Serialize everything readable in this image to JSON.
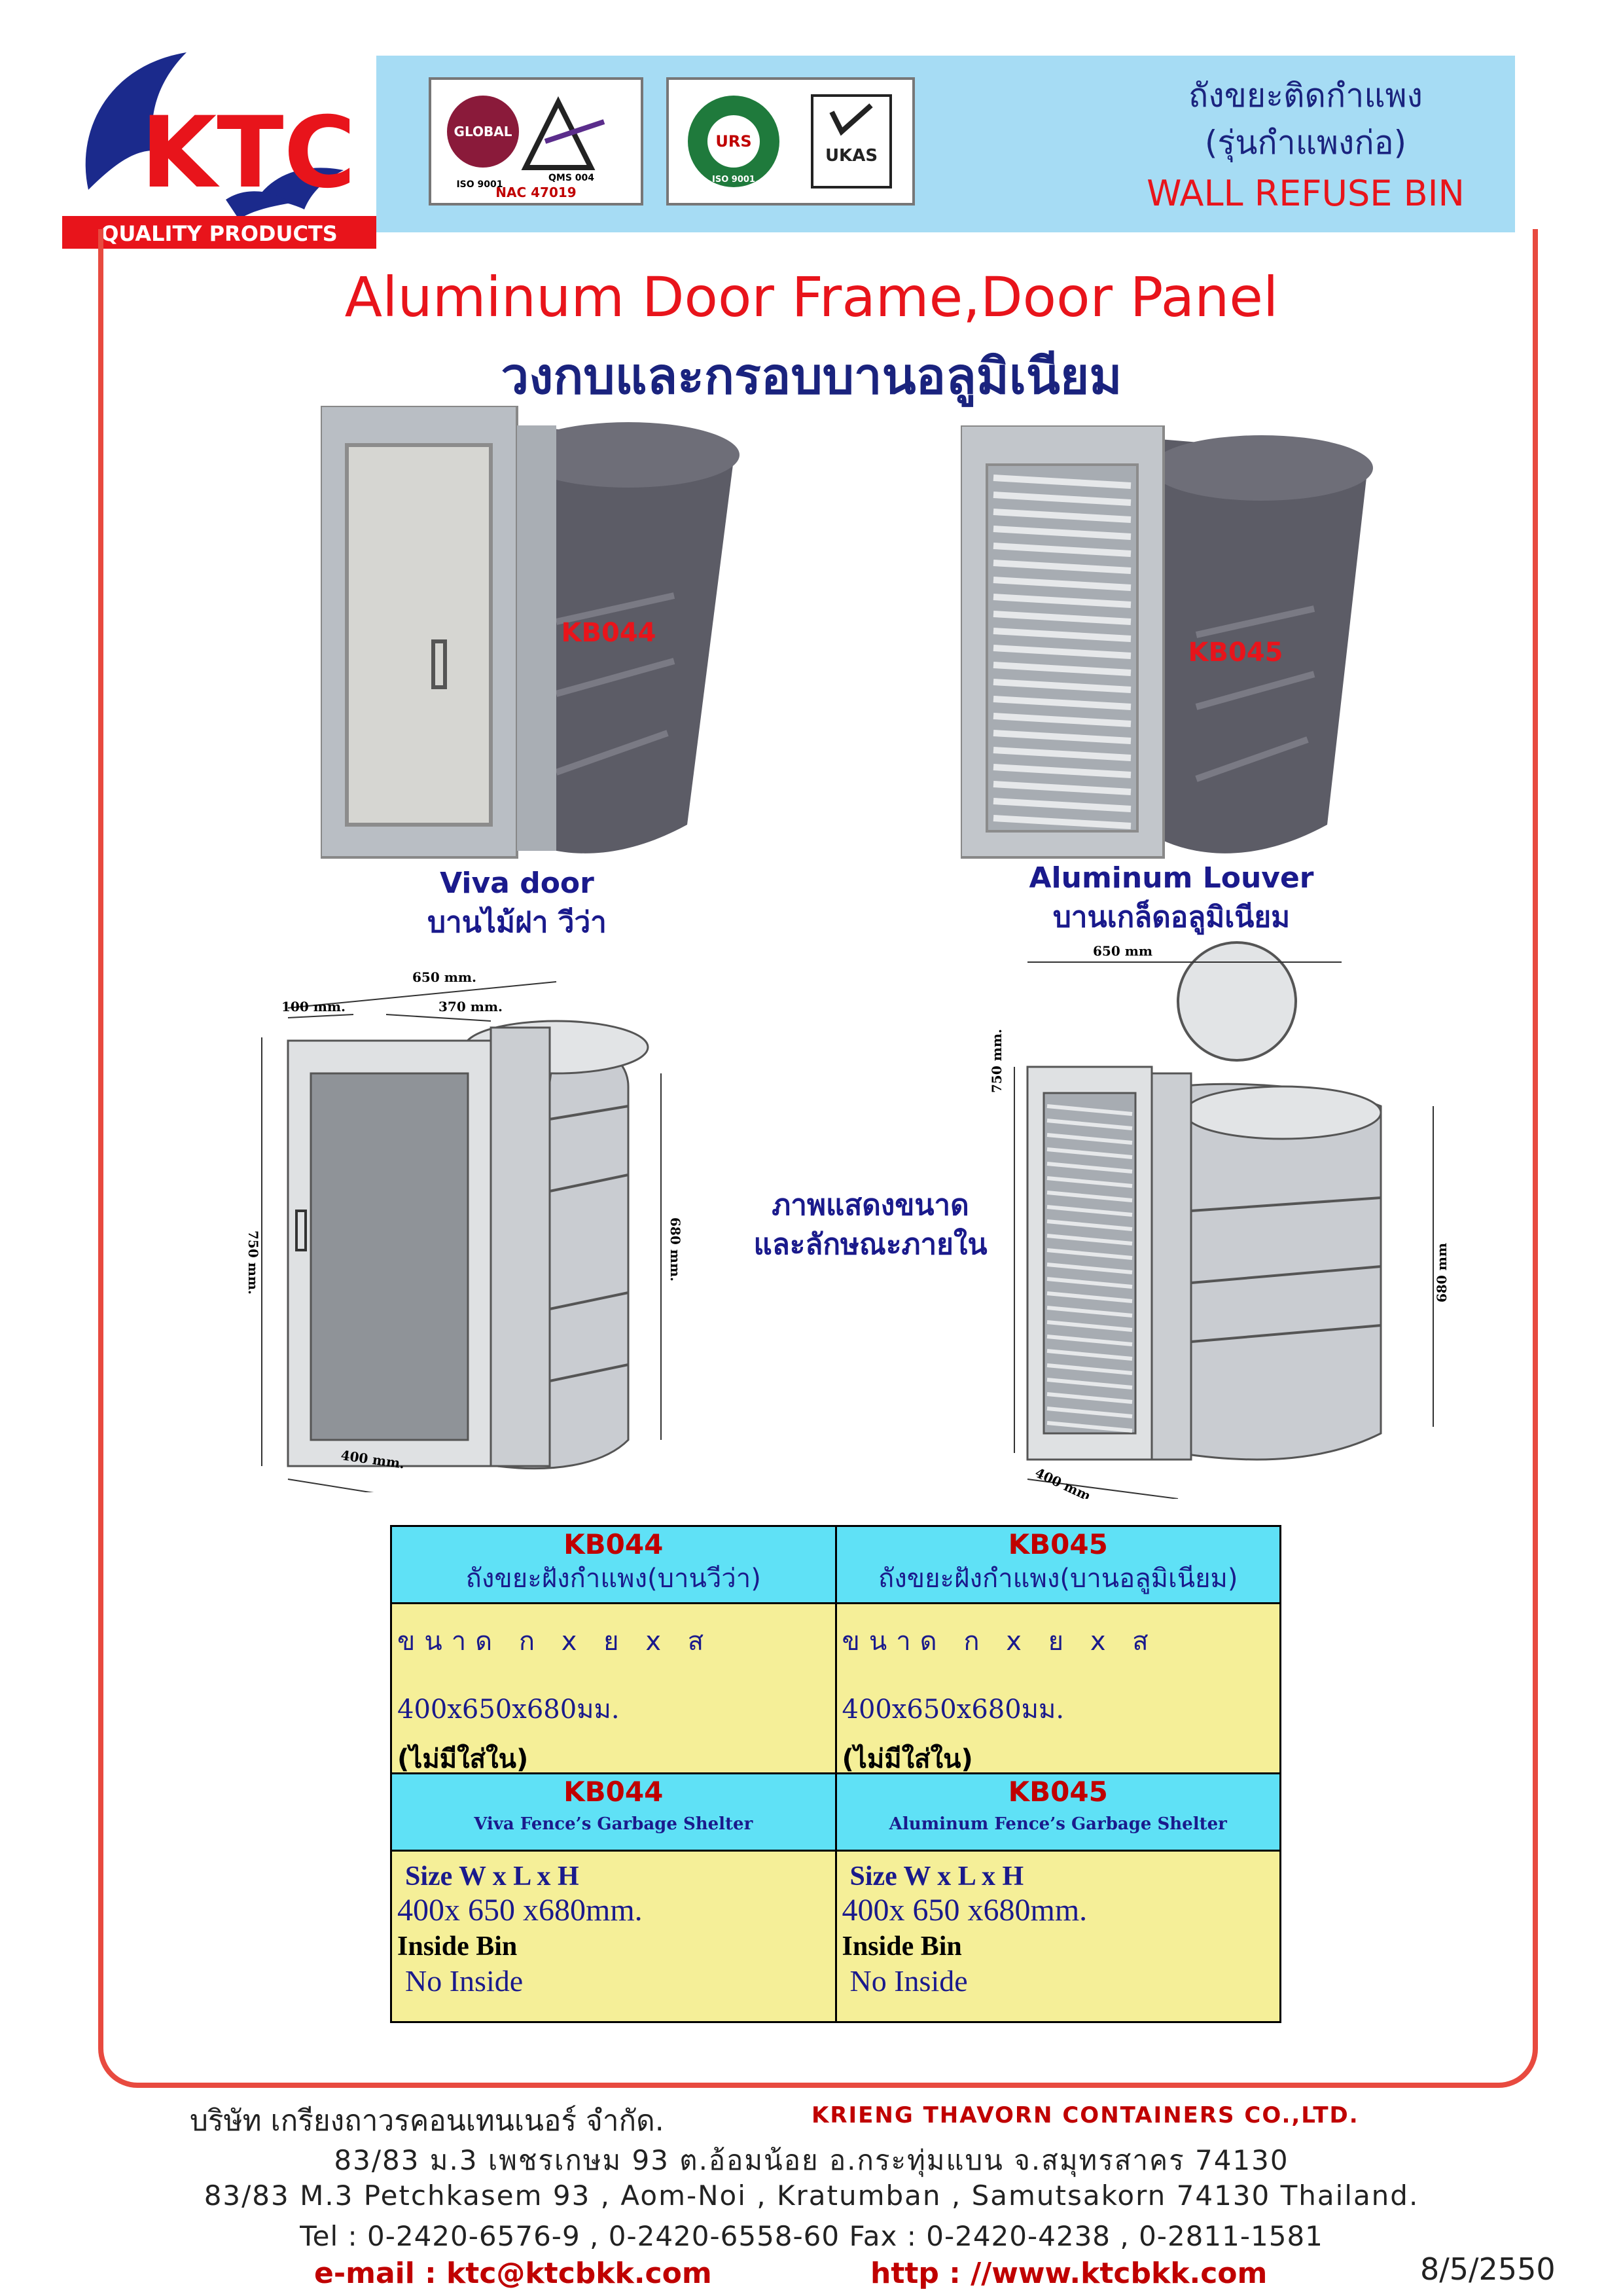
{
  "header": {
    "logo_text": "KTC",
    "logo_tagline": "QUALITY PRODUCTS",
    "cert1": {
      "global": "GLOBAL",
      "iso": "ISO 9001",
      "qms": "QMS 004",
      "nac": "NAC 47019"
    },
    "cert2": {
      "urs": "URS",
      "iso": "ISO 9001",
      "ukas": "UKAS"
    },
    "title_th_1": "ถังขยะติดกำแพง",
    "title_th_2": "(รุ่นกำแพงก่อ)",
    "title_en": "WALL  REFUSE BIN"
  },
  "title": {
    "en": "Aluminum Door Frame,Door Panel",
    "th": "วงกบและกรอบบานอลูมิเนียม"
  },
  "products": [
    {
      "code": "KB044",
      "caption_en": "Viva door",
      "caption_th": "บานไม้ฝา วีว่า"
    },
    {
      "code": "KB045",
      "caption_en": "Aluminum Louver",
      "caption_th": "บานเกล็ดอลูมิเนียม"
    }
  ],
  "drawings": {
    "left": {
      "w": "650 mm.",
      "d": "100 mm.",
      "o": "370 mm.",
      "h": "750 mm.",
      "hb": "680 mm.",
      "b": "400 mm."
    },
    "right": {
      "w": "650 mm",
      "h": "750 mm.",
      "hb": "680 mm",
      "b": "400 mm"
    },
    "note_1": "ภาพแสดงขนาด",
    "note_2": "และลักษณะภายใน"
  },
  "table_th": {
    "cols": [
      {
        "code": "KB044",
        "desc": "ถังขยะฝังกำแพง(บานวีว่า)",
        "size_label": "ขนาด ก x ย x ส",
        "size": "400x650x680มม.",
        "inside": "(ไม่มีใส่ใน)"
      },
      {
        "code": "KB045",
        "desc": "ถังขยะฝังกำแพง(บานอลูมิเนียม)",
        "size_label": "ขนาด ก x ย x ส",
        "size": "400x650x680มม.",
        "inside": "(ไม่มีใส่ใน)"
      }
    ]
  },
  "table_en": {
    "cols": [
      {
        "code": "KB044",
        "desc": "Viva Fence’s Garbage Shelter",
        "size_label": "Size W x L x H",
        "size": "400x 650 x680mm.",
        "inside_label": "Inside Bin",
        "inside": "No Inside"
      },
      {
        "code": "KB045",
        "desc": "Aluminum Fence’s Garbage Shelter",
        "size_label": "Size W x L x H",
        "size": "400x 650 x680mm.",
        "inside_label": "Inside Bin",
        "inside": "No Inside"
      }
    ]
  },
  "footer": {
    "company_th": "บริษัท เกรียงถาวรคอนเทนเนอร์ จำกัด.",
    "company_en": "KRIENG THAVORN CONTAINERS CO.,LTD.",
    "address_th": "83/83 ม.3 เพชรเกษม 93 ต.อ้อมน้อย อ.กระทุ่มแบน จ.สมุทรสาคร 74130",
    "address_en": "83/83 M.3 Petchkasem 93 , Aom-Noi , Kratumban , Samutsakorn 74130 Thailand.",
    "phone": "Tel : 0-2420-6576-9 , 0-2420-6558-60  Fax : 0-2420-4238 , 0-2811-1581",
    "email": "e-mail : ktc@ktcbkk.com",
    "web": "http : //www.ktcbkk.com",
    "date": "8/5/2550"
  },
  "colors": {
    "header_bg": "#a6dcf4",
    "red": "#e8141b",
    "navy": "#1a237e",
    "table_head": "#5fe1f6",
    "table_body": "#f5ef98"
  }
}
